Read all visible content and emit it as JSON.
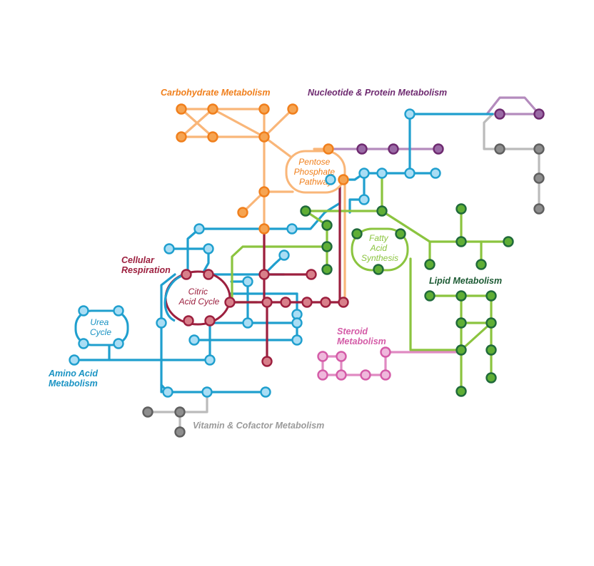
{
  "colors": {
    "carb": "#f07f1c",
    "carb_line": "#f9b679",
    "carb_fill": "#f6a451",
    "nucleo": "#6e2a70",
    "nucleo_line": "#b48bbd",
    "nucleo_fill": "#9a6aa6",
    "blue": "#1f9fce",
    "blue_fill": "#a9ddf4",
    "amino_text": "#1a93c3",
    "red": "#9c1f3e",
    "red_fill": "#d87f8a",
    "green": "#8bc43f",
    "green_node": "#1f6a3a",
    "green_fill": "#5fae35",
    "lipid_text": "#1c5a33",
    "pink": "#d45ba7",
    "pink_line": "#e08ac2",
    "pink_fill": "#efb8dc",
    "gray": "#bbbbbb",
    "gray_node": "#5f5f5f",
    "gray_fill": "#8e8e8e",
    "vitamin_text": "#9a9a9a"
  },
  "labels": {
    "carbohydrate": "Carbohydrate Metabolism",
    "nucleotide": "Nucleotide & Protein Metabolism",
    "cellular_1": "Cellular",
    "cellular_2": "Respiration",
    "amino_1": "Amino Acid",
    "amino_2": "Metabolism",
    "lipid": "Lipid Metabolism",
    "steroid_1": "Steroid",
    "steroid_2": "Metabolism",
    "vitamin": "Vitamin & Cofactor Metabolism"
  },
  "loops": {
    "pentose": [
      "Pentose",
      "Phosphate",
      "Pathway"
    ],
    "citric": [
      "Citric",
      "Acid Cycle"
    ],
    "urea": [
      "Urea",
      "Cycle"
    ],
    "fatty": [
      "Fatty",
      "Acid",
      "Synthesis"
    ]
  }
}
